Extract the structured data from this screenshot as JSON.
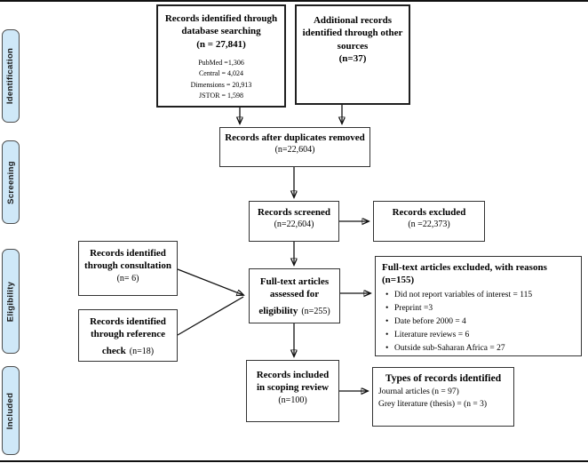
{
  "sidebar": {
    "stages": [
      "Identification",
      "Screening",
      "Eligibility",
      "Included"
    ],
    "pill_fill": "#cfe8f8",
    "pill_border": "#4d4d4d"
  },
  "boxes": {
    "database": {
      "title_lines": [
        "Records identified through",
        "database searching",
        "(n = 27,841)"
      ],
      "sources": [
        "PubMed =1,306",
        "Central = 4,024",
        "Dimensions = 20,913",
        "JSTOR = 1,598"
      ]
    },
    "additional": {
      "title_lines": [
        "Additional records",
        "identified through other",
        "sources",
        "(n=37)"
      ]
    },
    "duplicates_removed": {
      "title": "Records after duplicates removed",
      "n": "(n=22,604)"
    },
    "screened": {
      "title": "Records screened",
      "n": "(n=22,604)"
    },
    "excluded": {
      "title": "Records excluded",
      "n": "(n =22,373)"
    },
    "consultation": {
      "title_lines": [
        "Records identified",
        "through consultation"
      ],
      "n": "(n= 6)"
    },
    "reference_check": {
      "title_lines": [
        "Records identified",
        "through reference"
      ],
      "last_word": "check",
      "n": "(n=18)"
    },
    "fulltext_assessed": {
      "title_lines": [
        "Full-text articles",
        "assessed for"
      ],
      "last_word": "eligibility",
      "n": "(n=255)"
    },
    "fulltext_excluded": {
      "title": "Full-text articles excluded, with reasons",
      "n": "(n=155)",
      "reasons": [
        "Did not report variables of interest = 115",
        "Preprint =3",
        "Date before 2000 = 4",
        "Literature reviews = 6",
        "Outside sub-Saharan Africa = 27"
      ]
    },
    "included_review": {
      "title_lines": [
        "Records included",
        "in scoping review"
      ],
      "n": "(n=100)"
    },
    "record_types": {
      "title": "Types of records identified",
      "lines": [
        "Journal articles (n = 97)",
        "Grey literature (thesis) = (n = 3)"
      ]
    }
  }
}
